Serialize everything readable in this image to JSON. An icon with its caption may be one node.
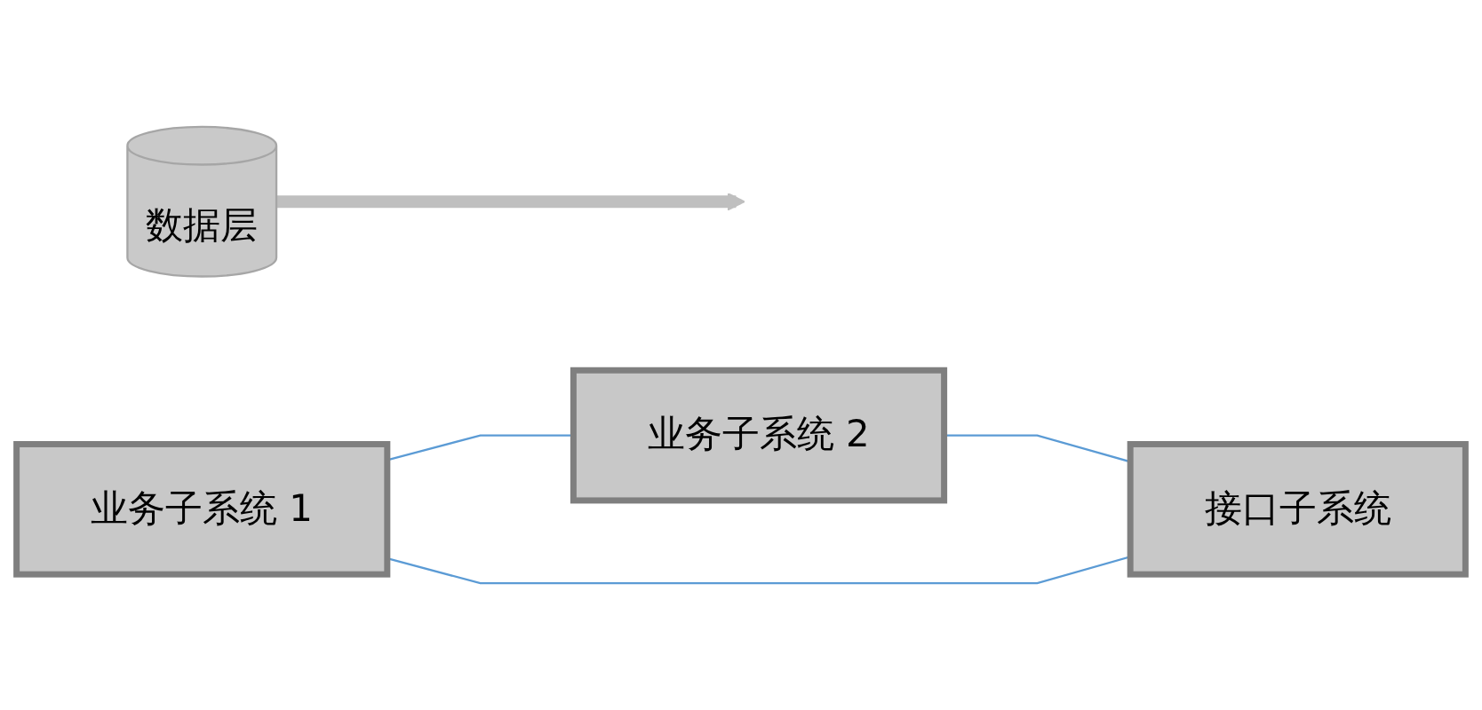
{
  "diagram": {
    "nodes": [
      {
        "text": [
          "数据层"
        ]
      },
      {
        "text": [
          "业务子系统 1"
        ]
      },
      {
        "text": [
          "业务子系统 2"
        ]
      },
      {
        "text": [
          "接口子系统"
        ]
      }
    ],
    "edges": [
      {
        "from": 0,
        "to": null,
        "arrow": "to",
        "style": "thick",
        "color": "#bfbfbf"
      },
      {
        "from": 1,
        "to": 2,
        "arrow": "none"
      },
      {
        "from": 1,
        "to": 3,
        "arrow": "none"
      },
      {
        "from": 2,
        "to": 3,
        "arrow": "none"
      }
    ]
  }
}
